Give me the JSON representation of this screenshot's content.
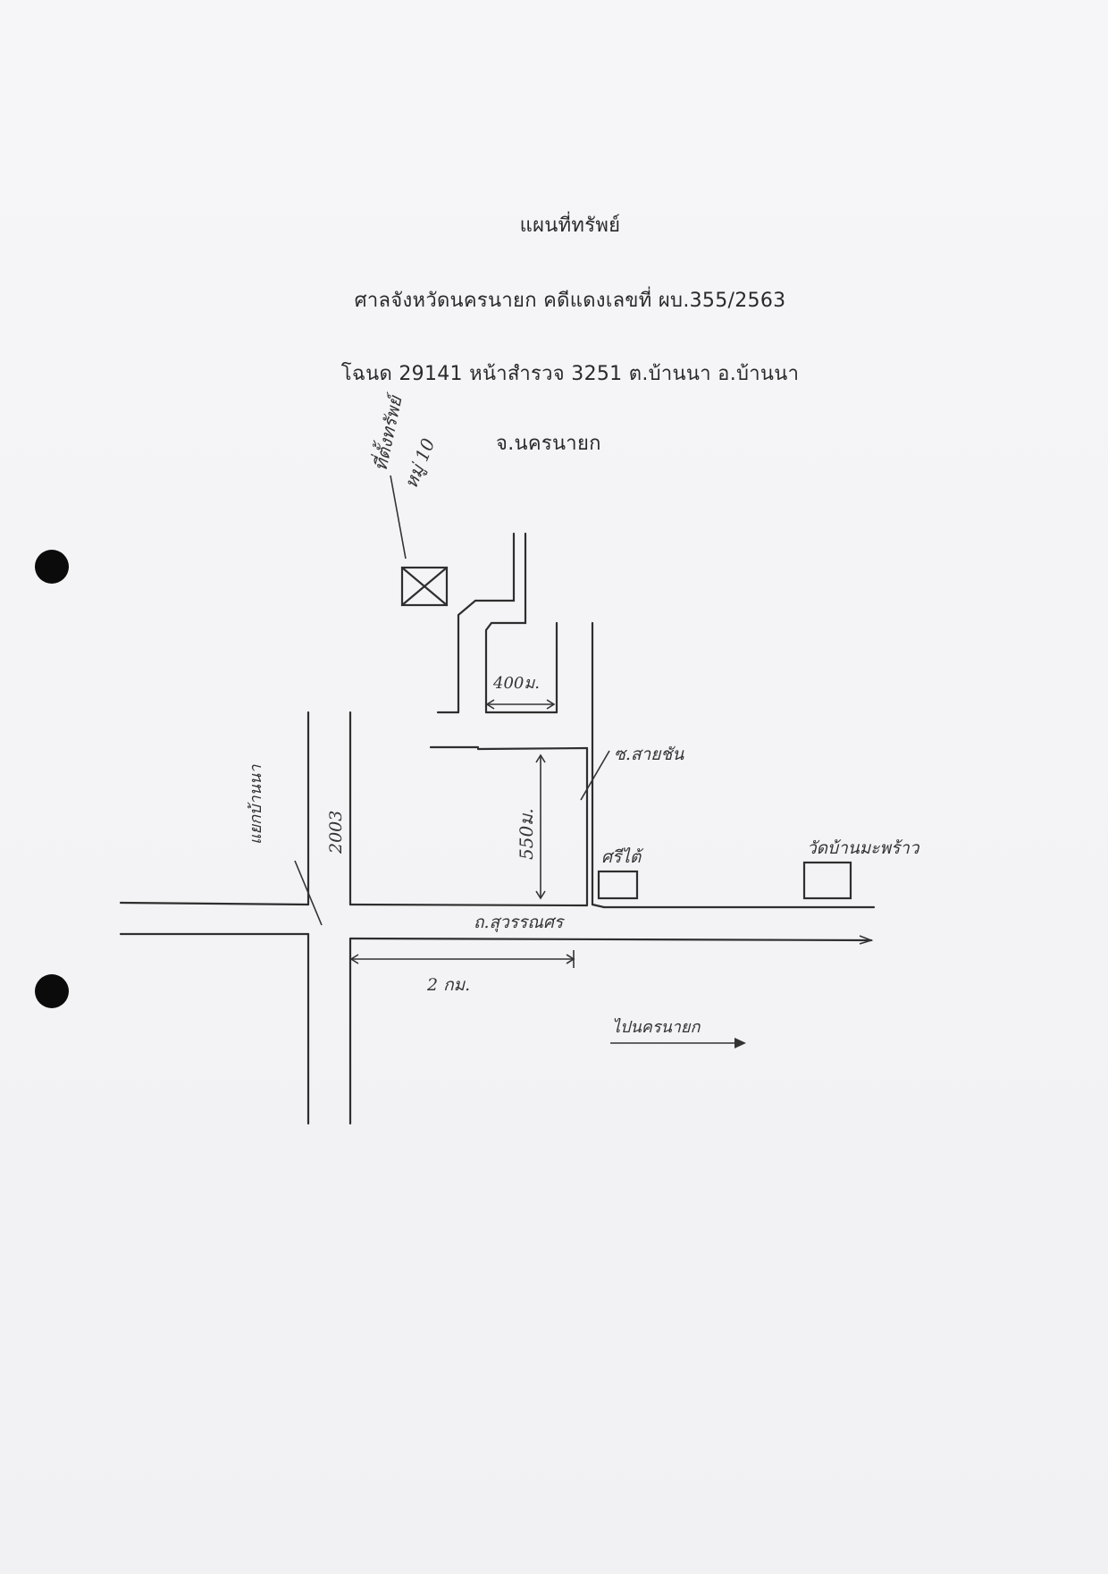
{
  "document": {
    "title": "แผนที่ทรัพย์",
    "court_line": "ศาลจังหวัดนครนายก  คดีแดงเลขที่ ผบ.355/2563",
    "deed_line": "โฉนด 29141 หน้าสำรวจ 3251   ต.บ้านนา อ.บ้านนา",
    "province_line": "จ.นครนายก"
  },
  "map_labels": {
    "property_label": "ที่ตั้งทรัพย์",
    "property_moo": "หมู่ 10",
    "distance_400": "400ม.",
    "distance_550": "550ม.",
    "soi_name": "ซ.สายชัน",
    "road_number": "2003",
    "junction_name": "แยกบ้านนา",
    "store_label": "ศรีไต้",
    "temple_label": "วัดบ้านมะพร้าว",
    "main_road": "ถ.สุวรรณศร",
    "distance_2km": "2 กม.",
    "direction_label": "ไปนครนายก"
  }
}
